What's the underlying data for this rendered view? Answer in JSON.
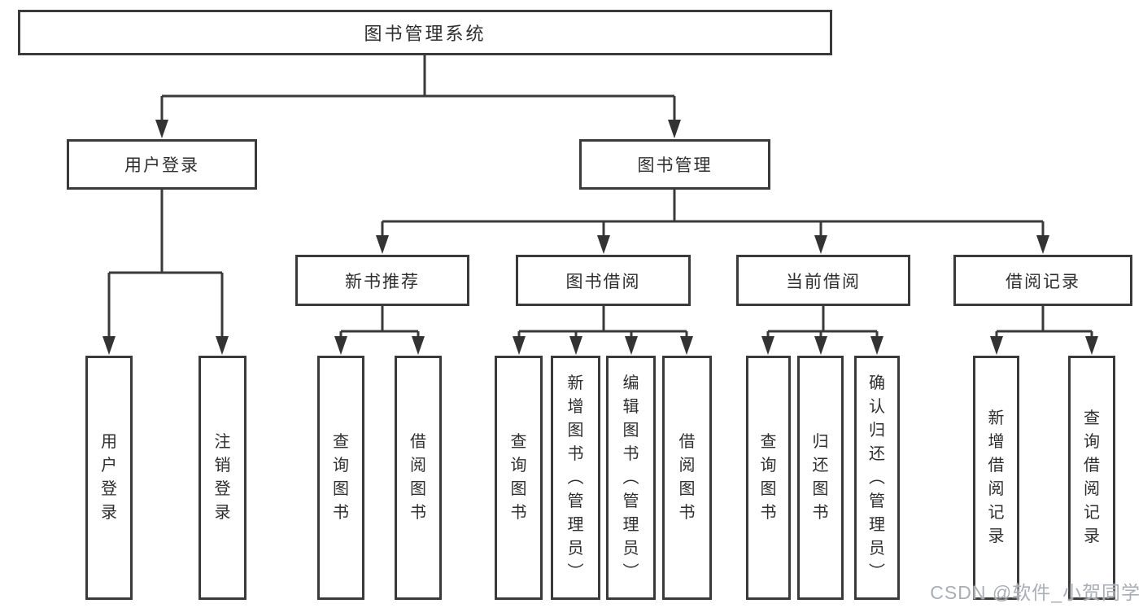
{
  "colors": {
    "line": "#3a3a3a",
    "text": "#2e2e2e",
    "box_background": "#ffffff",
    "watermark": "#a9aeb6"
  },
  "diagram": {
    "root": "图书管理系统",
    "level2": {
      "user_login": "用户登录",
      "book_management": "图书管理"
    },
    "level3": {
      "new_books": "新书推荐",
      "book_borrowing": "图书借阅",
      "current_borrowing": "当前借阅",
      "borrowing_records": "借阅记录"
    },
    "leaves": {
      "user_login": [
        "用户登录",
        "注销登录"
      ],
      "new_books": [
        "查询图书",
        "借阅图书"
      ],
      "book_borrowing": [
        "查询图书",
        "新增图书（管理员）",
        "编辑图书（管理员）",
        "借阅图书"
      ],
      "current_borrowing": [
        "查询图书",
        "归还图书",
        "确认归还（管理员）"
      ],
      "borrowing_records": [
        "新增借阅记录",
        "查询借阅记录"
      ]
    }
  },
  "watermark": {
    "text": "CSDN @软件_小贺同学"
  }
}
